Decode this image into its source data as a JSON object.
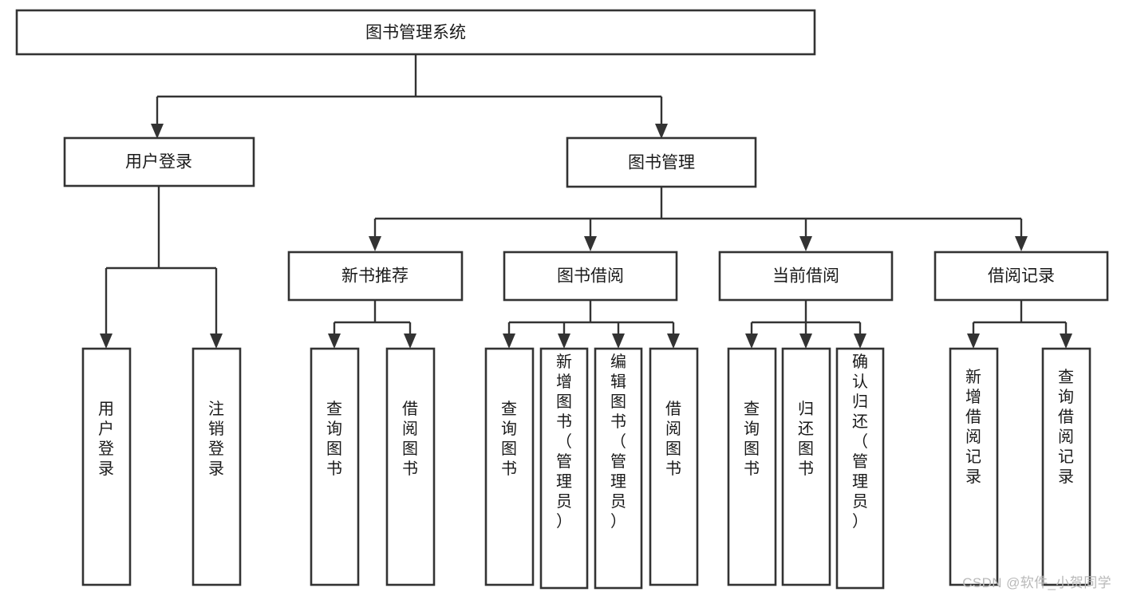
{
  "diagram": {
    "title": "图书管理系统",
    "type": "tree",
    "watermark": "CSDN @软件_小贺同学",
    "colors": {
      "box_stroke": "#333333",
      "box_fill": "#ffffff",
      "connector": "#333333",
      "text": "#1a1a1a",
      "watermark": "#b9b9b9",
      "background": "#ffffff"
    },
    "levels": {
      "root": {
        "id": "root",
        "label": "图书管理系统",
        "orientation": "horizontal"
      },
      "level2": [
        {
          "id": "user-login",
          "label": "用户登录",
          "orientation": "horizontal"
        },
        {
          "id": "book-manage",
          "label": "图书管理",
          "orientation": "horizontal"
        }
      ],
      "level3": [
        {
          "id": "new-book-recommend",
          "label": "新书推荐",
          "orientation": "horizontal",
          "parent": "book-manage"
        },
        {
          "id": "book-borrow",
          "label": "图书借阅",
          "orientation": "horizontal",
          "parent": "book-manage"
        },
        {
          "id": "current-borrow",
          "label": "当前借阅",
          "orientation": "horizontal",
          "parent": "book-manage"
        },
        {
          "id": "borrow-record",
          "label": "借阅记录",
          "orientation": "horizontal",
          "parent": "book-manage"
        }
      ],
      "leaves": [
        {
          "id": "leaf-user-login",
          "label": "用户登录",
          "orientation": "vertical",
          "parent": "user-login"
        },
        {
          "id": "leaf-logout",
          "label": "注销登录",
          "orientation": "vertical",
          "parent": "user-login"
        },
        {
          "id": "leaf-query-book-1",
          "label": "查询图书",
          "orientation": "vertical",
          "parent": "new-book-recommend"
        },
        {
          "id": "leaf-borrow-book-1",
          "label": "借阅图书",
          "orientation": "vertical",
          "parent": "new-book-recommend"
        },
        {
          "id": "leaf-query-book-2",
          "label": "查询图书",
          "orientation": "vertical",
          "parent": "book-borrow"
        },
        {
          "id": "leaf-add-book",
          "label": "新增图书（管理员）",
          "orientation": "vertical",
          "parent": "book-borrow"
        },
        {
          "id": "leaf-edit-book",
          "label": "编辑图书（管理员）",
          "orientation": "vertical",
          "parent": "book-borrow"
        },
        {
          "id": "leaf-borrow-book-2",
          "label": "借阅图书",
          "orientation": "vertical",
          "parent": "book-borrow"
        },
        {
          "id": "leaf-query-book-3",
          "label": "查询图书",
          "orientation": "vertical",
          "parent": "current-borrow"
        },
        {
          "id": "leaf-return-book",
          "label": "归还图书",
          "orientation": "vertical",
          "parent": "current-borrow"
        },
        {
          "id": "leaf-confirm-return",
          "label": "确认归还（管理员）",
          "orientation": "vertical",
          "parent": "current-borrow"
        },
        {
          "id": "leaf-add-record",
          "label": "新增借阅记录",
          "orientation": "vertical",
          "parent": "borrow-record"
        },
        {
          "id": "leaf-query-record",
          "label": "查询借阅记录",
          "orientation": "vertical",
          "parent": "borrow-record"
        }
      ]
    }
  }
}
